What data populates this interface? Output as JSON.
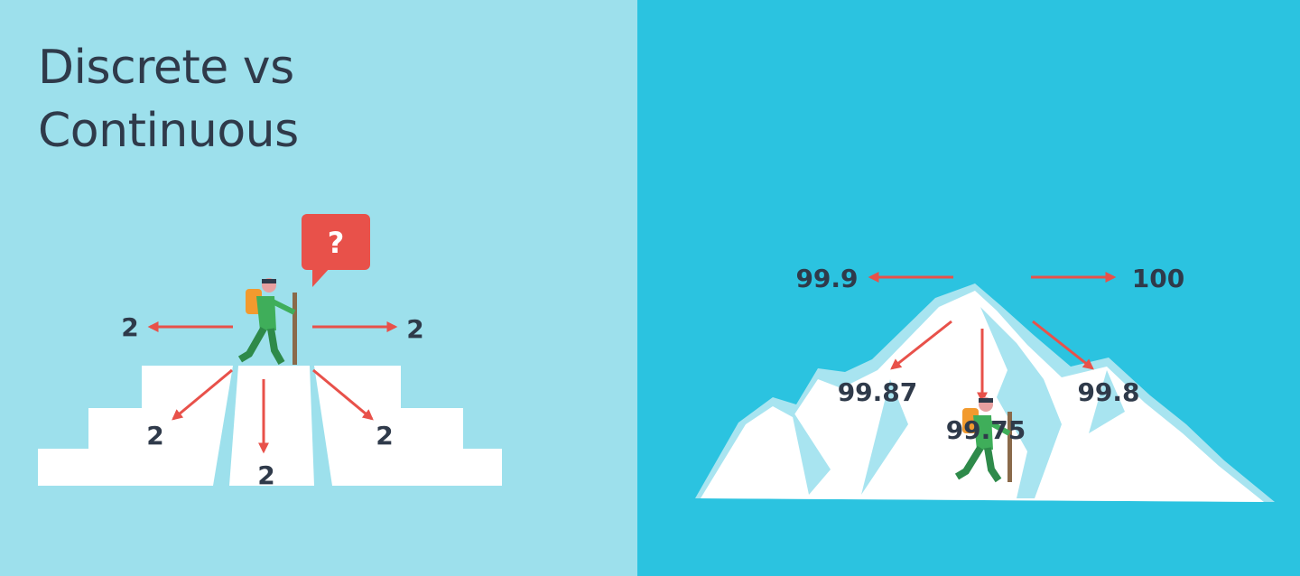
{
  "title": {
    "line1": "Discrete vs",
    "line2": "Continuous"
  },
  "discrete": {
    "question_mark": "?",
    "values": {
      "left": "2",
      "right": "2",
      "down_left": "2",
      "down": "2",
      "down_right": "2"
    }
  },
  "continuous": {
    "values": {
      "left": "99.9",
      "right": "100",
      "down_left": "99.87",
      "down": "99.75",
      "down_right": "99.8"
    }
  },
  "colors": {
    "left_bg": "#9de0ec",
    "right_bg": "#2bc3e0",
    "arrow": "#e8514a",
    "text": "#2f3a4a",
    "snow": "#ffffff",
    "ice": "#a8e4f0"
  },
  "icons": [
    "hiker-icon",
    "question-bubble-icon",
    "stairs-icon",
    "mountain-icon",
    "arrow-icon"
  ]
}
